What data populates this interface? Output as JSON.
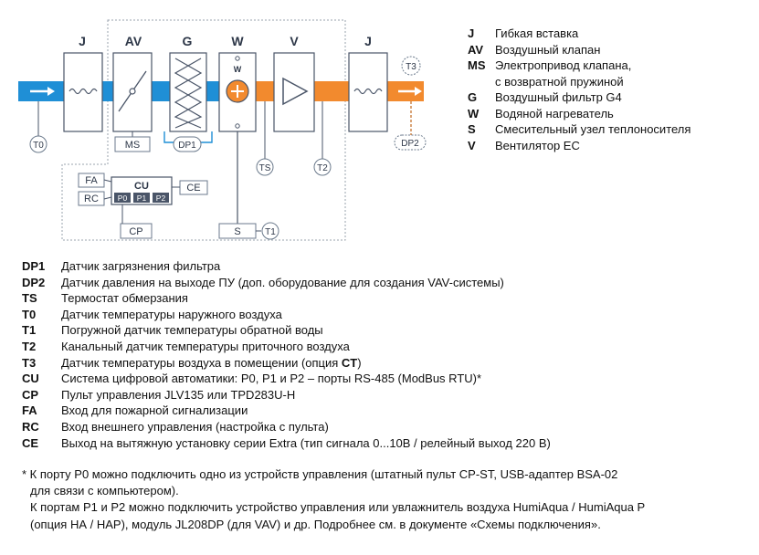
{
  "diagram": {
    "sections": [
      "J",
      "AV",
      "G",
      "W",
      "V",
      "J"
    ],
    "heater_letter": "W",
    "blocks": {
      "ms": "MS",
      "dp1": "DP1",
      "dp2": "DP2",
      "ts": "TS",
      "t0": "T0",
      "t1": "T1",
      "t2": "T2",
      "t3": "T3",
      "cu": "CU",
      "p0": "P0",
      "p1": "P1",
      "p2": "P2",
      "fa": "FA",
      "rc": "RC",
      "ce": "CE",
      "cp": "CP",
      "s": "S"
    },
    "colors": {
      "intake_air": "#1f8fd6",
      "supply_air": "#f28a2e",
      "lines": "#6b7a8c",
      "cu_ports": "#4a5568"
    }
  },
  "legend_right": [
    {
      "code": "J",
      "desc": "Гибкая вставка"
    },
    {
      "code": "AV",
      "desc": "Воздушный клапан"
    },
    {
      "code": "MS",
      "desc": "Электропривод клапана,\nс возвратной пружиной"
    },
    {
      "code": "G",
      "desc": "Воздушный фильтр G4"
    },
    {
      "code": "W",
      "desc": "Водяной нагреватель"
    },
    {
      "code": "S",
      "desc": "Смесительный узел теплоносителя"
    },
    {
      "code": "V",
      "desc": "Вентилятор ЕС"
    }
  ],
  "legend_bottom": [
    {
      "code": "DP1",
      "desc": "Датчик загрязнения фильтра"
    },
    {
      "code": "DP2",
      "desc": "Датчик давления на выходе ПУ (доп. оборудование для создания VAV-системы)"
    },
    {
      "code": "TS",
      "desc": "Термостат обмерзания"
    },
    {
      "code": "T0",
      "desc": "Датчик температуры наружного воздуха"
    },
    {
      "code": "T1",
      "desc": "Погружной датчик температуры обратной воды"
    },
    {
      "code": "T2",
      "desc": "Канальный датчик температуры приточного воздуха"
    },
    {
      "code": "T3",
      "desc": "Датчик температуры воздуха в помещении (опция ",
      "bold": "CT",
      "tail": ")"
    },
    {
      "code": "CU",
      "desc": "Система цифровой автоматики: P0, P1 и P2 – порты RS-485 (ModBus RTU)*"
    },
    {
      "code": "CP",
      "desc": "Пульт управления JLV135 или TPD283U-H"
    },
    {
      "code": "FA",
      "desc": "Вход для пожарной сигнализации"
    },
    {
      "code": "RC",
      "desc": "Вход внешнего управления (настройка с пульта)"
    },
    {
      "code": "CE",
      "desc": "Выход на вытяжную установку серии Extra (тип сигнала 0...10В / релейный выход 220 В)"
    }
  ],
  "footnotes": [
    "* К порту P0 можно подключить одно из устройств управления (штатный пульт CP-ST, USB-адаптер BSA-02",
    "для связи с компьютером).",
    "К портам P1 и P2 можно подключить устройство управления или увлажнитель воздуха HumiAqua /  HumiAqua P",
    "(опция НА / НАР), модуль JL208DP (для VAV) и др. Подробнее см. в документе «Схемы подключения»."
  ]
}
